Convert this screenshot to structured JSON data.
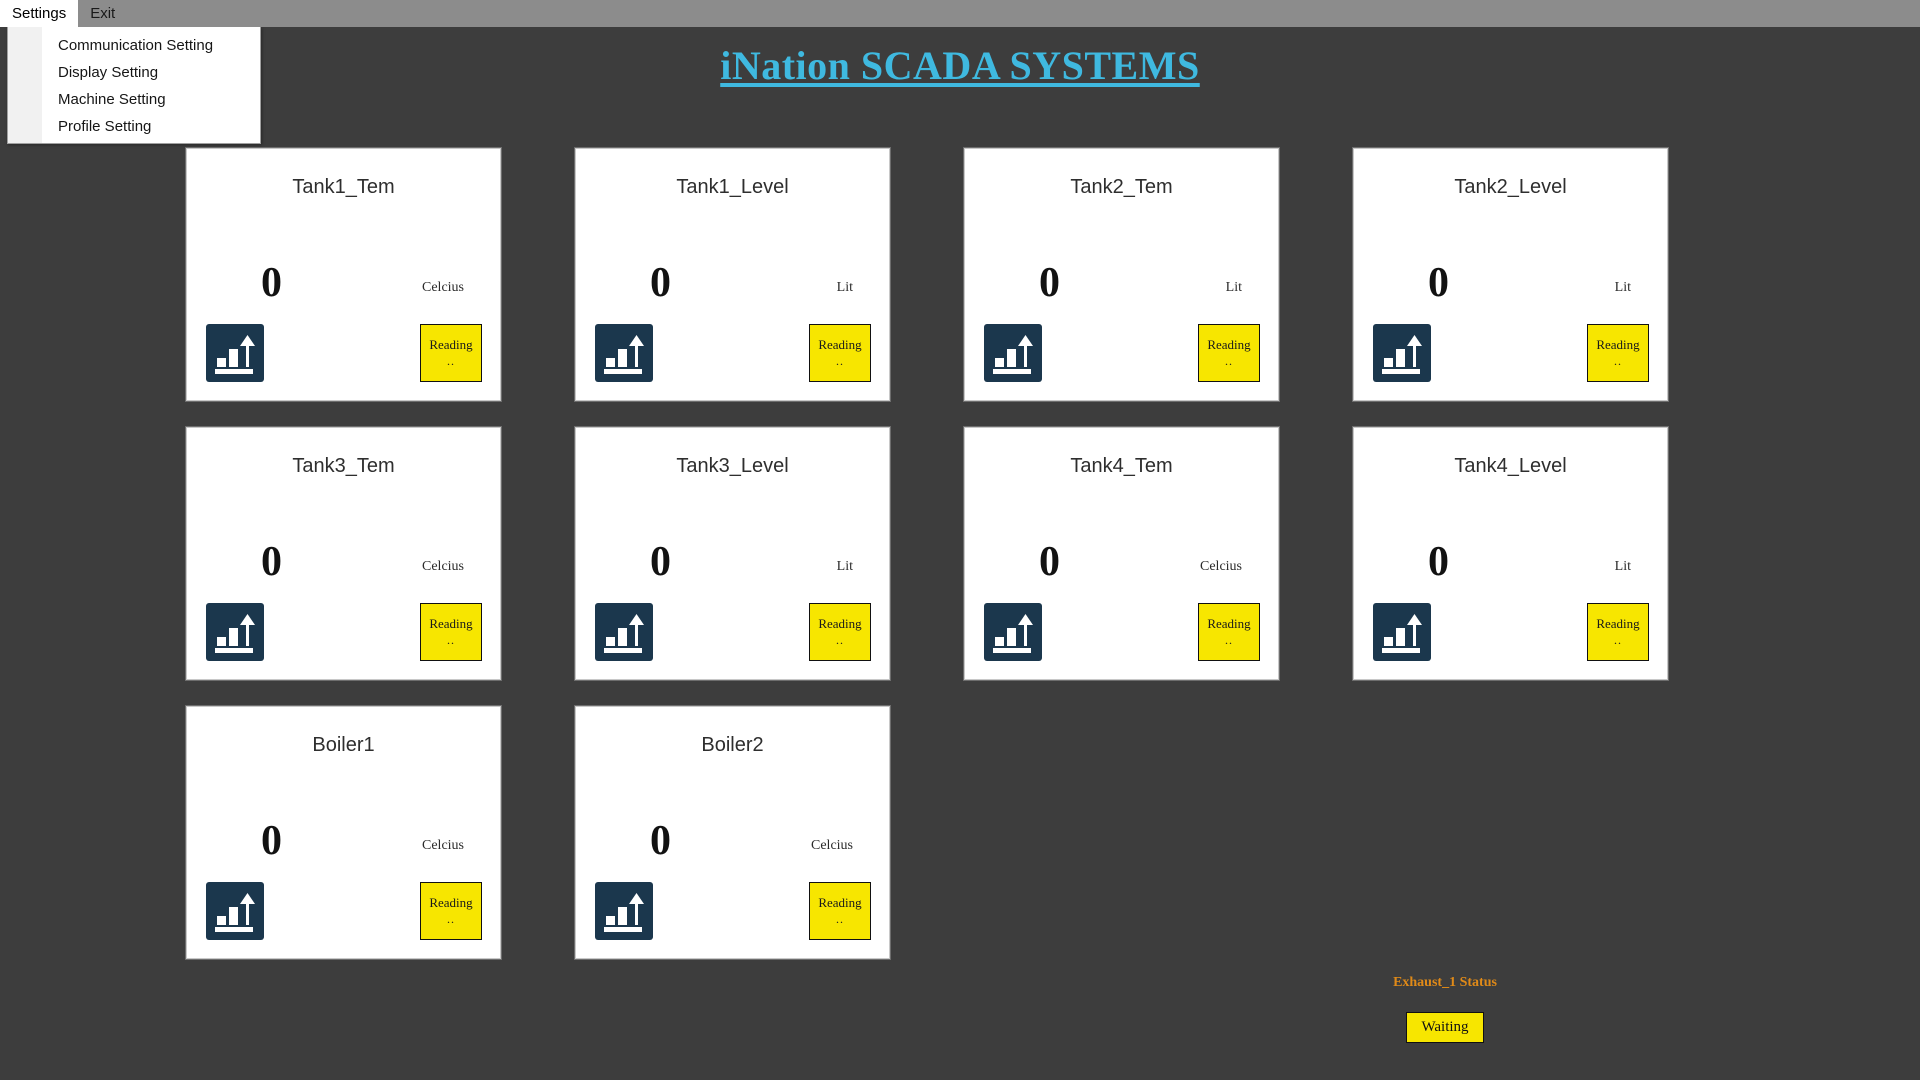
{
  "app": {
    "title": "iNation SCADA SYSTEMS",
    "background_color": "#3d3d3d",
    "title_color": "#3fb9e0"
  },
  "menubar": {
    "items": [
      {
        "label": "Settings",
        "active": true
      },
      {
        "label": "Exit",
        "active": false
      }
    ]
  },
  "dropdown": {
    "open": true,
    "parent": "Settings",
    "items": [
      {
        "label": "Communication Setting"
      },
      {
        "label": "Display Setting"
      },
      {
        "label": "Machine Setting"
      },
      {
        "label": "Profile Setting"
      }
    ]
  },
  "card_defaults": {
    "icon_name": "bar-chart-up-icon",
    "icon_color": "#1b374d",
    "button_label": "Reading",
    "button_dots": "..",
    "button_color": "#f7e600"
  },
  "cards": [
    {
      "title": "Tank1_Tem",
      "value": "0",
      "unit": "Celcius"
    },
    {
      "title": "Tank1_Level",
      "value": "0",
      "unit": "Lit"
    },
    {
      "title": "Tank2_Tem",
      "value": "0",
      "unit": "Lit"
    },
    {
      "title": "Tank2_Level",
      "value": "0",
      "unit": "Lit"
    },
    {
      "title": "Tank3_Tem",
      "value": "0",
      "unit": "Celcius"
    },
    {
      "title": "Tank3_Level",
      "value": "0",
      "unit": "Lit"
    },
    {
      "title": "Tank4_Tem",
      "value": "0",
      "unit": "Celcius"
    },
    {
      "title": "Tank4_Level",
      "value": "0",
      "unit": "Lit"
    },
    {
      "title": "Boiler1",
      "value": "0",
      "unit": "Celcius"
    },
    {
      "title": "Boiler2",
      "value": "0",
      "unit": "Celcius"
    }
  ],
  "exhaust": {
    "label": "Exhaust_1 Status",
    "label_color": "#e08a18",
    "status": "Waiting",
    "status_color": "#f7e600"
  }
}
